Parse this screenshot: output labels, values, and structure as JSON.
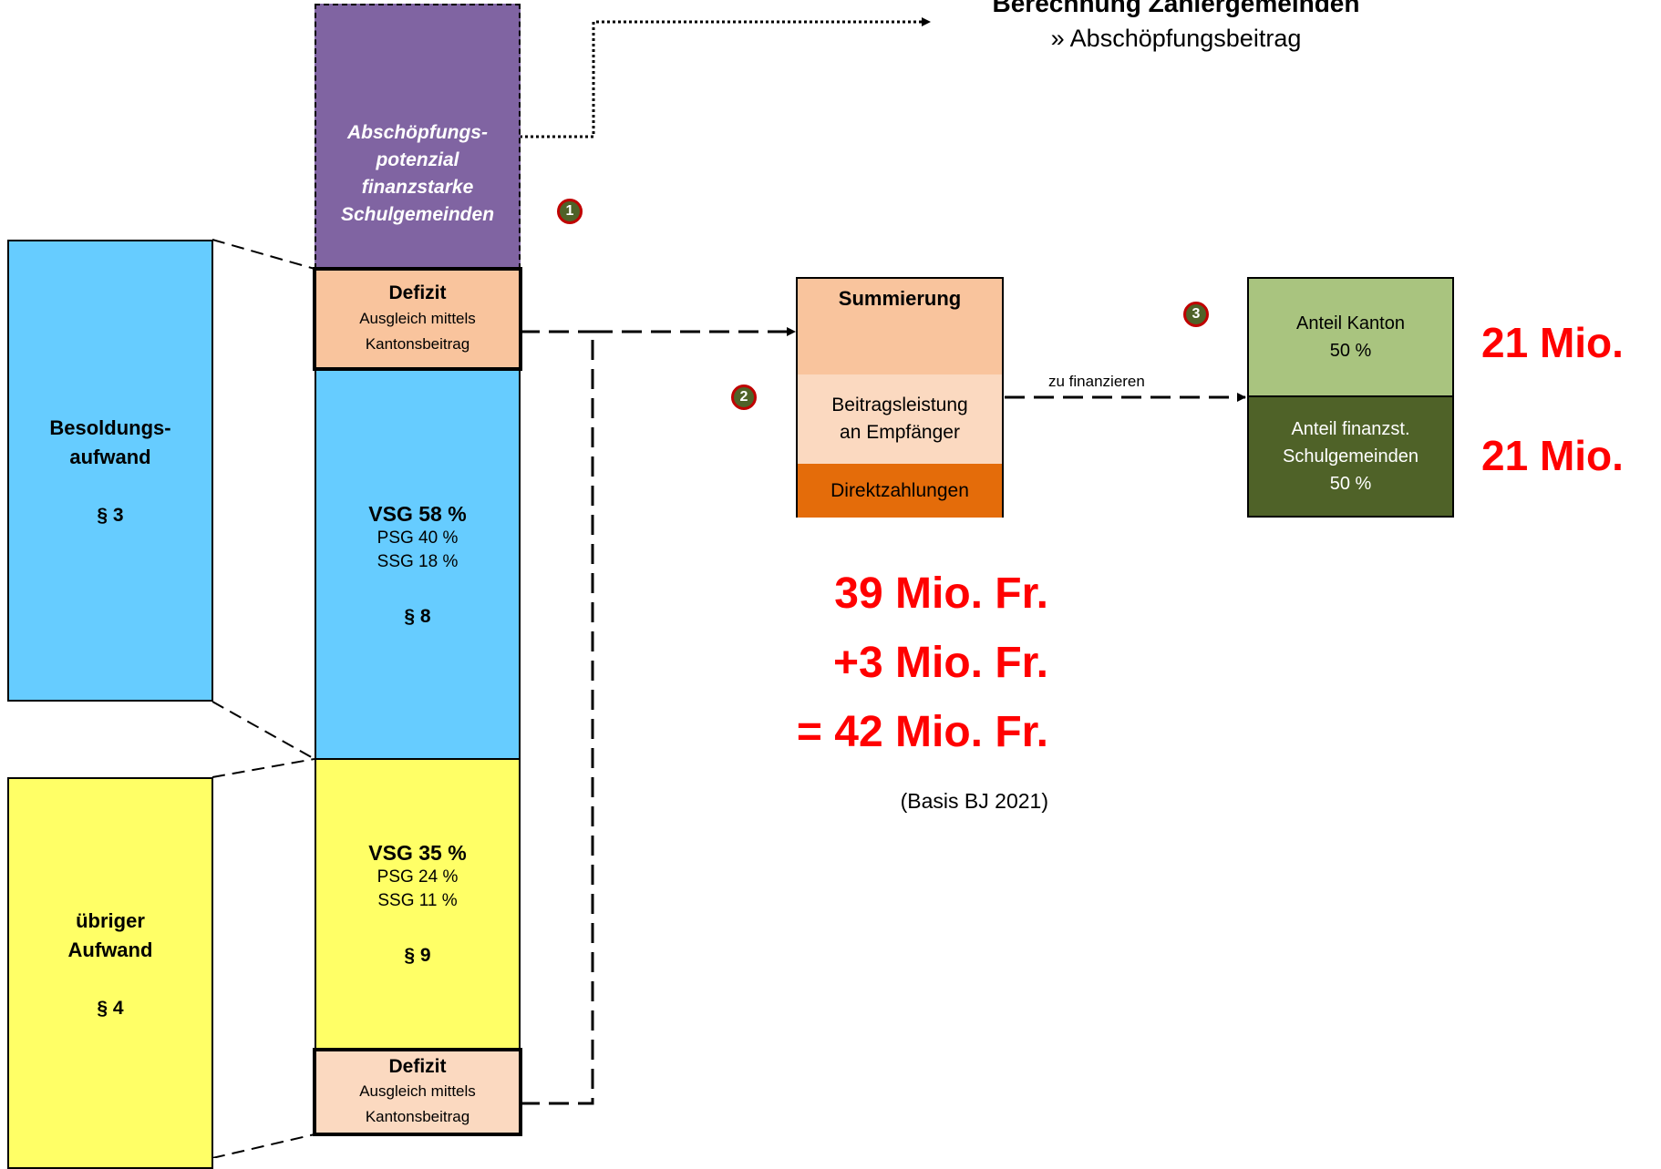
{
  "colors": {
    "purple": "#8064a2",
    "blue": "#66ccff",
    "yellow": "#ffff66",
    "peach": "#f9c49d",
    "light_peach": "#fbd9c0",
    "orange": "#e46c0a",
    "light_green": "#a9c47f",
    "dark_green": "#4f6228",
    "red": "#ff0000"
  },
  "top_callout": {
    "title": "Berechnung Zahlergemeinden",
    "subtitle": "» Abschöpfungsbeitrag"
  },
  "purple_box": {
    "line1": "Abschöpfungs-",
    "line2": "potenzial",
    "line3": "finanzstarke",
    "line4": "Schulgemeinden"
  },
  "deficit_top": {
    "title": "Defizit",
    "line1": "Ausgleich mittels",
    "line2": "Kantonsbeitrag"
  },
  "deficit_bottom": {
    "title": "Defizit",
    "line1": "Ausgleich mittels",
    "line2": "Kantonsbeitrag"
  },
  "blue_mid": {
    "title": "VSG 58 %",
    "line1": "PSG 40 %",
    "line2": "SSG 18 %",
    "para": "§ 8"
  },
  "yellow_mid": {
    "title": "VSG 35 %",
    "line1": "PSG 24 %",
    "line2": "SSG 11 %",
    "para": "§ 9"
  },
  "left_blue": {
    "line1": "Besoldungs-",
    "line2": "aufwand",
    "para": "§ 3"
  },
  "left_yellow": {
    "line1": "übriger",
    "line2": "Aufwand",
    "para": "§ 4"
  },
  "summierung": {
    "title": "Summierung",
    "beitrag_line1": "Beitragsleistung",
    "beitrag_line2": "an Empfänger",
    "direkt": "Direktzahlungen"
  },
  "connector_label": "zu finanzieren",
  "anteil_kanton": {
    "line1": "Anteil Kanton",
    "line2": "50 %"
  },
  "anteil_gemeinden": {
    "line1": "Anteil finanzst.",
    "line2": "Schulgemeinden",
    "line3": "50 %"
  },
  "amounts": {
    "kanton": "21 Mio.",
    "gemeinden": "21 Mio.",
    "sum1": "39 Mio. Fr.",
    "sum2": "+3 Mio. Fr.",
    "total": "= 42 Mio. Fr.",
    "basis": "(Basis BJ 2021)"
  },
  "badges": {
    "b1": "1",
    "b2": "2",
    "b3": "3"
  }
}
